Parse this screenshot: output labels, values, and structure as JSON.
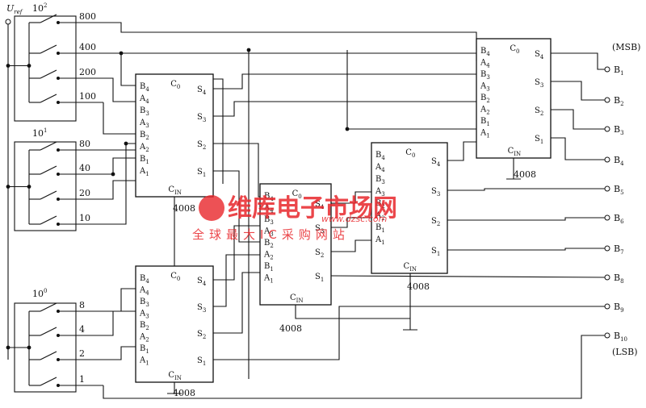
{
  "reference": {
    "label": "U",
    "sub": "ref"
  },
  "switch_groups": [
    {
      "id": "hundreds",
      "label_base": "10",
      "label_exp": "2",
      "weights": [
        "800",
        "400",
        "200",
        "100"
      ]
    },
    {
      "id": "tens",
      "label_base": "10",
      "label_exp": "1",
      "weights": [
        "80",
        "40",
        "20",
        "10"
      ]
    },
    {
      "id": "units",
      "label_base": "10",
      "label_exp": "0",
      "weights": [
        "8",
        "4",
        "2",
        "1"
      ]
    }
  ],
  "chip_part": "4008",
  "chip_pins": {
    "left": [
      {
        "t": "B",
        "s": "4"
      },
      {
        "t": "A",
        "s": "4"
      },
      {
        "t": "B",
        "s": "3"
      },
      {
        "t": "A",
        "s": "3"
      },
      {
        "t": "B",
        "s": "2"
      },
      {
        "t": "A",
        "s": "2"
      },
      {
        "t": "B",
        "s": "1"
      },
      {
        "t": "A",
        "s": "1"
      }
    ],
    "right": [
      {
        "t": "S",
        "s": "4"
      },
      {
        "t": "S",
        "s": "3"
      },
      {
        "t": "S",
        "s": "2"
      },
      {
        "t": "S",
        "s": "1"
      }
    ],
    "carry_out": {
      "t": "C",
      "s": "0"
    },
    "carry_in": {
      "t": "C",
      "s": "IN"
    }
  },
  "outputs": [
    {
      "t": "B",
      "s": "1"
    },
    {
      "t": "B",
      "s": "2"
    },
    {
      "t": "B",
      "s": "3"
    },
    {
      "t": "B",
      "s": "4"
    },
    {
      "t": "B",
      "s": "5"
    },
    {
      "t": "B",
      "s": "6"
    },
    {
      "t": "B",
      "s": "7"
    },
    {
      "t": "B",
      "s": "8"
    },
    {
      "t": "B",
      "s": "9"
    },
    {
      "t": "B",
      "s": "10"
    }
  ],
  "msb_label": "(MSB)",
  "lsb_label": "(LSB)",
  "watermark": {
    "main": "维库电子市场网",
    "url": "www.dzsc.com",
    "sub": "全球最大IC采购网站"
  }
}
